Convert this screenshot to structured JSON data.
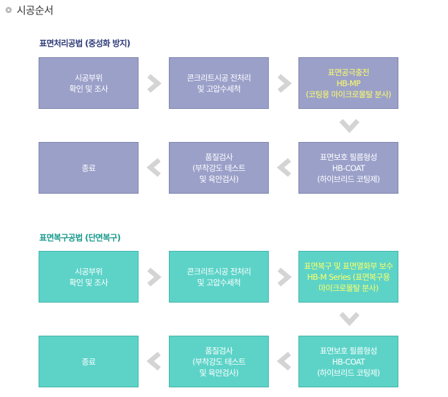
{
  "page": {
    "title": "시공순서"
  },
  "colors": {
    "purple_box": "#9ba0c9",
    "teal_box": "#5dd3c8",
    "highlight_text": "#ffff66",
    "arrow": "#d4d4d4",
    "section1_title": "#2e3a78",
    "section2_title": "#1a9a8c"
  },
  "section1": {
    "title": "표면처리공법 (중성화 방지)",
    "step1": {
      "line1": "시공부위",
      "line2": "확인 및 조사"
    },
    "step2": {
      "line1": "콘크리트시공 전처리",
      "line2": "및 고압수세척"
    },
    "step3": {
      "line1": "표면공극충전",
      "line2": "HB-MP",
      "line3": "(코팅용 마이크로몰탈 분사)"
    },
    "step4": {
      "line1": "표면보호 필름형성",
      "line2": "HB-COAT",
      "line3": "(하이브리드 코팅제)"
    },
    "step5": {
      "line1": "품질검사",
      "line2": "(부착강도 테스트",
      "line3": "및 육안검사)"
    },
    "step6": {
      "line1": "종료"
    }
  },
  "section2": {
    "title": "표면복구공법 (단면복구)",
    "step1": {
      "line1": "시공부위",
      "line2": "확인 및 조사"
    },
    "step2": {
      "line1": "콘크리트시공 전처리",
      "line2": "및 고압수세척"
    },
    "step3": {
      "line1": "표면복구 및 표면열화부 보수",
      "line2": "HB-M Series (표면복구용",
      "line3": "마이크로몰탈 분사)"
    },
    "step4": {
      "line1": "표면보호 필름형성",
      "line2": "HB-COAT",
      "line3": "(하이브리드 코팅제)"
    },
    "step5": {
      "line1": "품질검사",
      "line2": "(부착강도 테스트",
      "line3": "및 육안검사)"
    },
    "step6": {
      "line1": "종료"
    }
  }
}
